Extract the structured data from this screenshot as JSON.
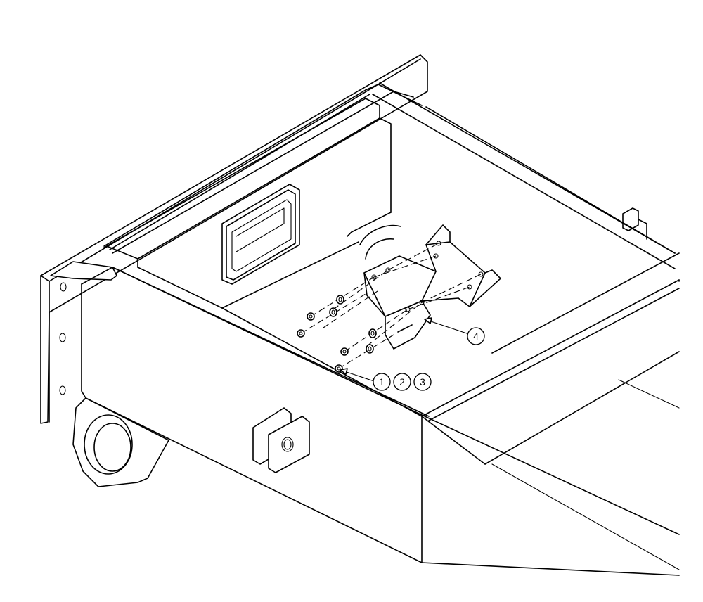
{
  "drawing": {
    "callouts": [
      {
        "id": "c1",
        "label": "1"
      },
      {
        "id": "c2",
        "label": "2"
      },
      {
        "id": "c3",
        "label": "3"
      },
      {
        "id": "c4",
        "label": "4"
      }
    ]
  }
}
